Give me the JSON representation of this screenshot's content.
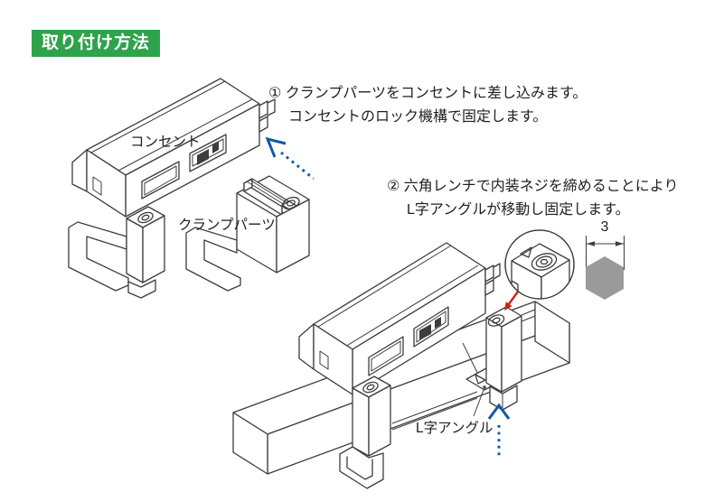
{
  "title_badge": "取り付け方法",
  "steps": [
    {
      "lines": [
        "① クランプパーツをコンセントに差し込みます。",
        "コンセントのロック機構で固定します。"
      ]
    },
    {
      "lines": [
        "② 六角レンチで内装ネジを締めることにより",
        "L字アングルが移動し固定します。"
      ]
    }
  ],
  "labels": {
    "outlet": "コンセント",
    "clamp_part": "クランプパーツ",
    "l_angle": "L字アングル",
    "hex_width": "3"
  },
  "icons": {
    "insert_direction_arrow": "blue-dotted-arrow-up-left",
    "slide_up_arrow": "blue-dotted-arrow-up",
    "tighten_pointer_arrow": "red-arrow",
    "detail_callout": "magnifier-circle",
    "hex_key_cross_section": "gray-hexagon"
  },
  "colors": {
    "badge-green": "#2fa24c",
    "arrow-blue": "#1059a8",
    "arrow-red": "#cc2418",
    "line": "#3d3d3d",
    "hex-gray": "#9a9a9a",
    "text": "#1f1f1f",
    "bg": "#ffffff"
  }
}
